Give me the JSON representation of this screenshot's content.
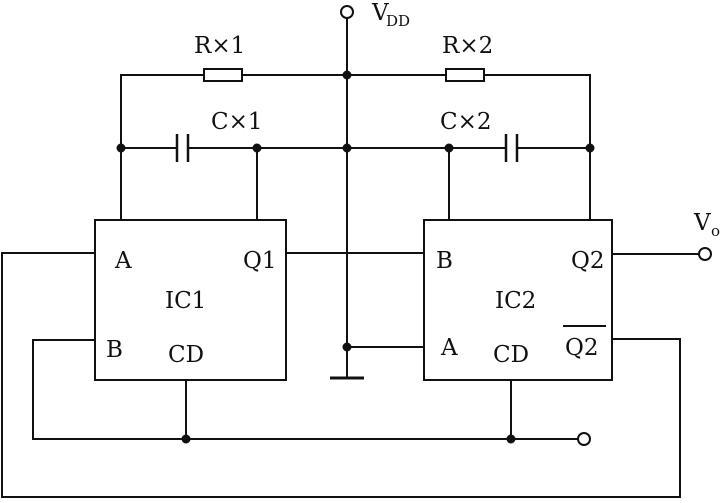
{
  "labels": {
    "vdd_main": "V",
    "vdd_sub": "DD",
    "r1": "R×1",
    "r2": "R×2",
    "c1": "C×1",
    "c2": "C×2",
    "vo_main": "V",
    "vo_sub": "o"
  },
  "ic1": {
    "name": "IC1",
    "pin_a": "A",
    "pin_b": "B",
    "pin_q": "Q1",
    "pin_cd": "CD"
  },
  "ic2": {
    "name": "IC2",
    "pin_b": "B",
    "pin_a": "A",
    "pin_q": "Q2",
    "pin_qbar": "Q2",
    "pin_cd": "CD"
  }
}
